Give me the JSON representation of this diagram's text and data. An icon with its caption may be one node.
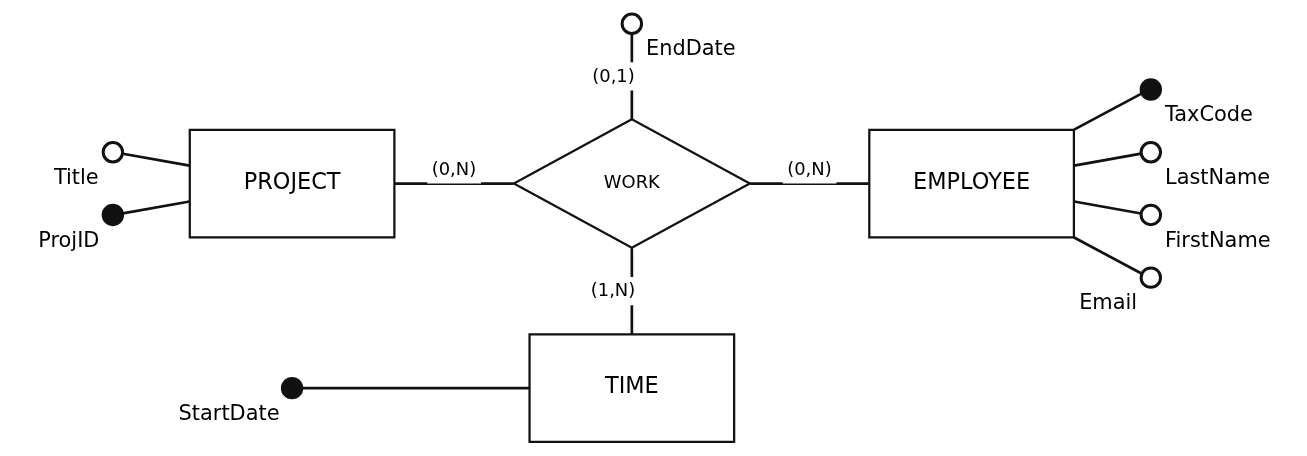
{
  "diagram": {
    "nodes": [
      {
        "text": [],
        "shape": "circle",
        "beside": [
          "EndDate"
        ]
      },
      {
        "text": [],
        "shape": "circle",
        "beside": [
          "Title"
        ]
      },
      {
        "text": [],
        "shape": "dot",
        "beside": [
          "ProjID"
        ]
      },
      {
        "text": [
          "PROJECT"
        ]
      },
      {
        "text": [
          "WORK"
        ]
      },
      {
        "text": [
          "EMPLOYEE"
        ]
      },
      {
        "text": [],
        "shape": "dot",
        "beside": [
          "TaxCode"
        ]
      },
      {
        "text": [],
        "shape": "circle",
        "beside": [
          "LastName"
        ]
      },
      {
        "text": [],
        "shape": "circle",
        "beside": [
          "FirstName"
        ]
      },
      {
        "text": [],
        "shape": "circle",
        "beside": [
          "Email"
        ]
      },
      {
        "text": [
          "TIME"
        ]
      },
      {
        "text": [],
        "shape": "dot",
        "beside": [
          "StartDate"
        ]
      }
    ],
    "edges": [
      {
        "from": 1,
        "to": 3,
        "arrow": "none"
      },
      {
        "from": 2,
        "to": 3,
        "arrow": "none"
      },
      {
        "from": 3,
        "to": 4,
        "arrow": "none",
        "label": "(0,N)"
      },
      {
        "from": 4,
        "to": 5,
        "arrow": "none",
        "label": "(0,N)"
      },
      {
        "from": 0,
        "to": 4,
        "arrow": "none",
        "label": "(0,1)"
      },
      {
        "from": 5,
        "to": 6,
        "arrow": "none"
      },
      {
        "from": 5,
        "to": 7,
        "arrow": "none"
      },
      {
        "from": 5,
        "to": 8,
        "arrow": "none"
      },
      {
        "from": 5,
        "to": 9,
        "arrow": "none"
      },
      {
        "from": 4,
        "to": 10,
        "arrow": "none",
        "label": "(1,N)"
      },
      {
        "from": 11,
        "to": 10,
        "arrow": "none"
      }
    ]
  }
}
